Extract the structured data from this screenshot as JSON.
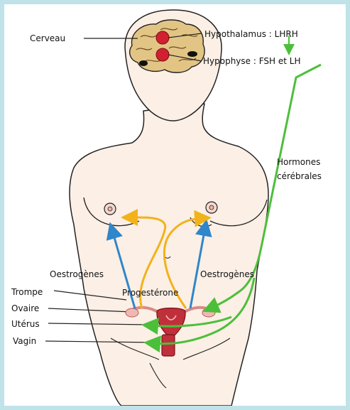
{
  "labels": {
    "cerveau": "Cerveau",
    "hypothalamus": "Hypothalamus : LHRH",
    "hypophyse": "Hypophyse : FSH et LH",
    "hormones_line1": "Hormones",
    "hormones_line2": "cérébrales",
    "oestrogenes_left": "Oestrogènes",
    "oestrogenes_right": "Oestrogènes",
    "progesterone": "Progestérone",
    "trompe": "Trompe",
    "ovaire": "Ovaire",
    "uterus": "Utérus",
    "vagin": "Vagin"
  },
  "colors": {
    "background": "#bfe3e9",
    "skin": "#fbefe6",
    "outline": "#222222",
    "brain": "#e2c585",
    "brain_center": "#d32030",
    "hormone_path": "#4cbf3a",
    "estrogen_arrow": "#2f86c9",
    "progesterone_arrow": "#f2b21a",
    "uterus": "#c0303a",
    "tube": "#f0b8b4"
  }
}
